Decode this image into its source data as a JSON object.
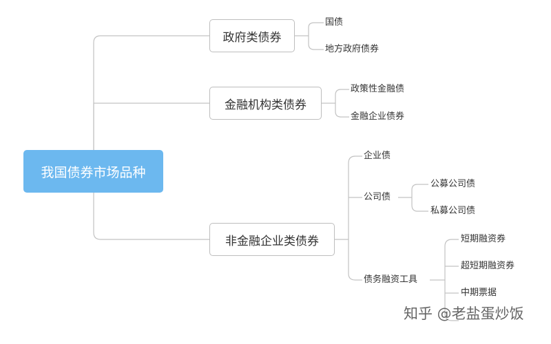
{
  "root": {
    "label": "我国债券市场品种"
  },
  "categories": {
    "gov": {
      "label": "政府类债券",
      "children": [
        "国债",
        "地方政府债券"
      ]
    },
    "fin": {
      "label": "金融机构类债券",
      "children": [
        "政策性金融债",
        "金融企业债券"
      ]
    },
    "nonfin": {
      "label": "非金融企业类债券",
      "children": {
        "enterprise": "企业债",
        "company": {
          "label": "公司债",
          "children": [
            "公募公司债",
            "私募公司债"
          ]
        },
        "tools": {
          "label": "债务融资工具",
          "children": [
            "短期融资券",
            "超短期融资券",
            "中期票据"
          ]
        }
      }
    }
  },
  "watermark": "知乎 @老盐蛋炒饭",
  "colors": {
    "root_fill": "#6cb8ef",
    "line": "#bdbdbd",
    "text": "#333333"
  }
}
